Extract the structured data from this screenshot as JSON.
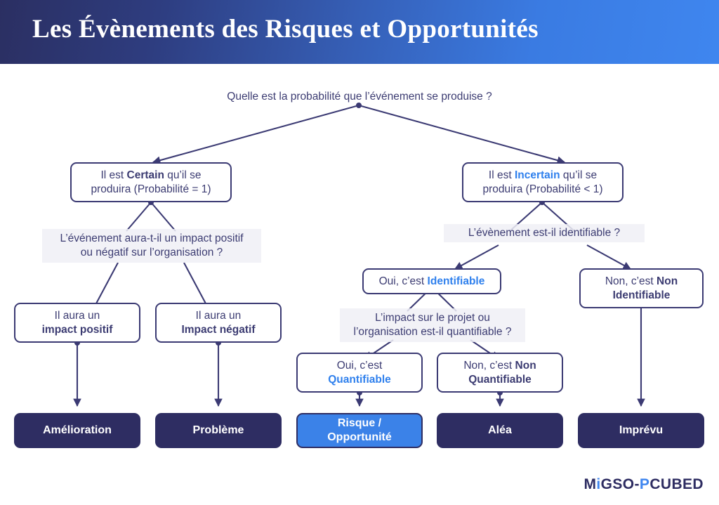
{
  "header": {
    "title": "Les Évènements des Risques et Opportunités",
    "gradient_from": "#2b2f62",
    "gradient_to": "#3f86ef"
  },
  "colors": {
    "navy": "#2e2d62",
    "outline": "#3b3a73",
    "accent_blue": "#2f80ed",
    "result_blue": "#3b82e8",
    "text": "#3c3c72",
    "white": "#ffffff"
  },
  "diagram": {
    "type": "decision-tree",
    "root_question": "Quelle est la probabilité que l’événement se produise ?",
    "nodes": {
      "certain": {
        "line1_pre": "Il est ",
        "line1_em": "Certain",
        "line1_post": " qu’il se",
        "line2": "produira (Probabilité = 1)",
        "em_style": "bold-navy"
      },
      "incertain": {
        "line1_pre": "Il est ",
        "line1_em": "Incertain",
        "line1_post": " qu’il se",
        "line2": "produira (Probabilité < 1)",
        "em_style": "bold-blue"
      },
      "impact_question_l1": "L’événement aura-t-il un impact positif",
      "impact_question_l2": "ou négatif sur l’organisation ?",
      "identifiable_question": "L’évènement est-il identifiable ?",
      "impact_positif_l1": "Il aura un",
      "impact_positif_l2": "impact positif",
      "impact_negatif_l1": "Il aura un",
      "impact_negatif_l2": "Impact négatif",
      "identifiable": {
        "pre": "Oui, c’est ",
        "em": "Identifiable",
        "em_style": "bold-blue"
      },
      "non_identifiable": {
        "line1_pre": "Non, c’est ",
        "line1_em": "Non",
        "line2_em": "Identifiable",
        "em_style": "bold-navy"
      },
      "quantifiable_question_l1": "L’impact sur le projet ou",
      "quantifiable_question_l2": "l’organisation est-il quantifiable ?",
      "quantifiable": {
        "line1": "Oui, c’est",
        "line2_em": "Quantifiable",
        "em_style": "bold-blue"
      },
      "non_quantifiable": {
        "line1_pre": "Non, c’est ",
        "line1_em": "Non",
        "line2_em": "Quantifiable",
        "em_style": "bold-navy"
      }
    },
    "results": [
      {
        "id": "amelioration",
        "label": "Amélioration",
        "style": "navy"
      },
      {
        "id": "probleme",
        "label": "Problème",
        "style": "navy"
      },
      {
        "id": "risque-opportunite",
        "label_l1": "Risque /",
        "label_l2": "Opportunité",
        "style": "accent"
      },
      {
        "id": "alea",
        "label": "Aléa",
        "style": "navy"
      },
      {
        "id": "imprevu",
        "label": "Imprévu",
        "style": "navy"
      }
    ]
  },
  "logo": {
    "part1": "M",
    "part_i": "i",
    "part2": "GSO-",
    "part_p": "P",
    "part3": "CUBED"
  }
}
